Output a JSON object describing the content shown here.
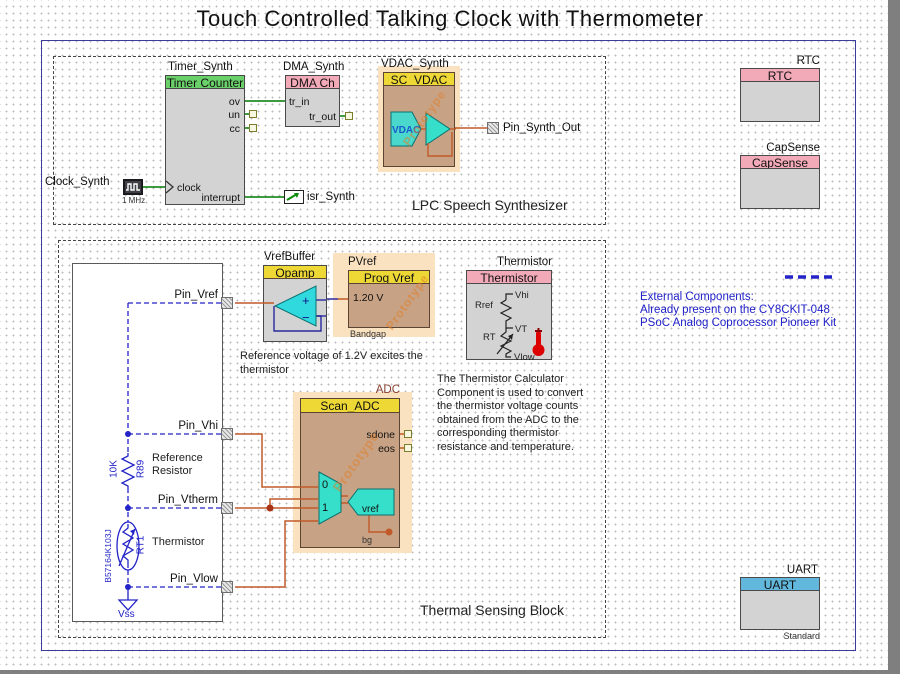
{
  "title": "Touch Controlled Talking Clock with Thermometer",
  "sections": {
    "lpc": "LPC Speech Synthesizer",
    "thermal": "Thermal Sensing Block"
  },
  "timer": {
    "instance": "Timer_Synth",
    "type": "Timer Counter",
    "port_ov": "ov",
    "port_un": "un",
    "port_cc": "cc",
    "port_clock": "clock",
    "port_interrupt": "interrupt"
  },
  "dma": {
    "instance": "DMA_Synth",
    "type": "DMA Ch",
    "port_tr_in": "tr_in",
    "port_tr_out": "tr_out"
  },
  "vdac": {
    "instance": "VDAC_Synth",
    "type": "SC_VDAC",
    "inner_label": "VDAC",
    "watermark": "Prototype"
  },
  "clock_src": {
    "instance": "Clock_Synth",
    "freq": "1 MHz"
  },
  "isr": {
    "instance": "isr_Synth"
  },
  "pin_synth_out": {
    "label": "Pin_Synth_Out"
  },
  "rtc": {
    "instance": "RTC",
    "type": "RTC"
  },
  "capsense": {
    "instance": "CapSense",
    "type": "CapSense"
  },
  "uart": {
    "instance": "UART",
    "type": "UART",
    "variant": "Standard"
  },
  "opamp": {
    "instance": "VrefBuffer",
    "type": "Opamp",
    "plus": "+",
    "minus": "−"
  },
  "pvref": {
    "instance": "PVref",
    "type": "Prog Vref",
    "value": "1.20 V",
    "variant": "Bandgap",
    "watermark": "Prototype"
  },
  "thermistor_comp": {
    "instance": "Thermistor",
    "type": "Thermistor",
    "lbl_rref": "Rref",
    "lbl_vhi": "Vhi",
    "lbl_vt": "VT",
    "lbl_rt": "RT",
    "lbl_vlow": "Vlow"
  },
  "adc": {
    "instance": "ADC",
    "type": "Scan_ADC",
    "port_sdone": "sdone",
    "port_eos": "eos",
    "mux_in0": "0",
    "mux_in1": "1",
    "vref_label": "vref",
    "bg_label": "bg",
    "watermark": "Prototype"
  },
  "pins": {
    "vref": "Pin_Vref",
    "vhi": "Pin_Vhi",
    "vtherm": "Pin_Vtherm",
    "vlow": "Pin_Vlow"
  },
  "external": {
    "r_value": "10K",
    "r_des": "R89",
    "r_name": "Reference\nResistor",
    "t_part": "B57164K103J",
    "t_des": "RT1",
    "t_name": "Thermistor",
    "gnd": "Vss"
  },
  "notes": {
    "vref": "Reference voltage of 1.2V excites the\nthermistor",
    "thermistor": "The Thermistor Calculator\nComponent is used to convert\nthe thermistor voltage counts\nobtained from the ADC to the\ncorresponding thermistor\nresistance and temperature.",
    "external1": "External Components:",
    "external2": "Already present on the CY8CKIT-048",
    "external3": "PSoC Analog Coprocessor Pioneer Kit"
  },
  "colors": {
    "digital_wire": "#007a00",
    "analog_wire": "#c05a28",
    "external_wire": "#2323c8",
    "header_green": "#6ad06a",
    "header_pink": "#f2a9b8",
    "header_yellow": "#eed835",
    "header_blue": "#62b8dc",
    "body_gray": "#d3d3d3",
    "body_tan": "#c8a284",
    "halo": "#fae2c0"
  }
}
